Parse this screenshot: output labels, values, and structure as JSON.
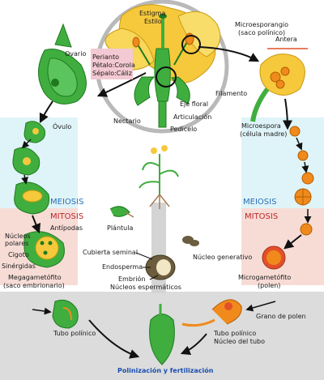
{
  "labels": {
    "estigma": "Estigma",
    "estilo": "Estilo",
    "microesporangio_1": "Microesporangio",
    "microesporangio_2": "(saco polínico)",
    "antera": "Antera",
    "ovario": "Ovario",
    "periantio": "Perianto",
    "petalo": "Pétalo:Corola",
    "sepalo": "Sépalo:Cáliz",
    "filamento": "Filamento",
    "eje_floral": "Eje floral",
    "articulacion": "Articulación",
    "pedicelo": "Pedicelo",
    "nectario": "Nectario",
    "ovulo": "Óvulo",
    "microespora_1": "Microespora",
    "microespora_2": "(célula madre)",
    "meiosis_left": "MEIOSIS",
    "meiosis_right": "MEIOSIS",
    "plantula": "Plántula",
    "mitosis_left": "MITOSIS",
    "mitosis_right": "MITOSIS",
    "antipodas": "Antípodas",
    "nucleos_polares_1": "Núcleos",
    "nucleos_polares_2": "polares",
    "cigoto": "Cigoto",
    "sinergidas": "Sinérgidas",
    "cubierta_seminal": "Cubierta seminal",
    "endosperma": "Endosperma",
    "nucleo_generativo": "Núcleo generativo",
    "megagametofito_1": "Megagametófito",
    "megagametofito_2": "(saco embrionario)",
    "embrion": "Embrión",
    "nucleos_espermaticos": "Núcleos espermáticos",
    "microgametofito_1": "Microgametófito",
    "microgametofito_2": "(polen)",
    "grano_polen": "Grano de polen",
    "tubo_polinico_left": "Tubo polínico",
    "tubo_polinico_right": "Tubo polínico",
    "nucleo_tubo": "Núcleo del tubo",
    "bottom_title": "Polinización y fertilización"
  },
  "colors": {
    "green": "#3fae3f",
    "dark_green": "#1f7a1f",
    "yellow": "#f6c93c",
    "orange": "#f08a1c",
    "red_orange": "#e2502a",
    "meiosis_bg": "#dff4f8",
    "mitosis_bg": "#f7dcd6",
    "bottom_bg": "#dcdcdc",
    "pink_label_bg": "#f3c9d3"
  }
}
